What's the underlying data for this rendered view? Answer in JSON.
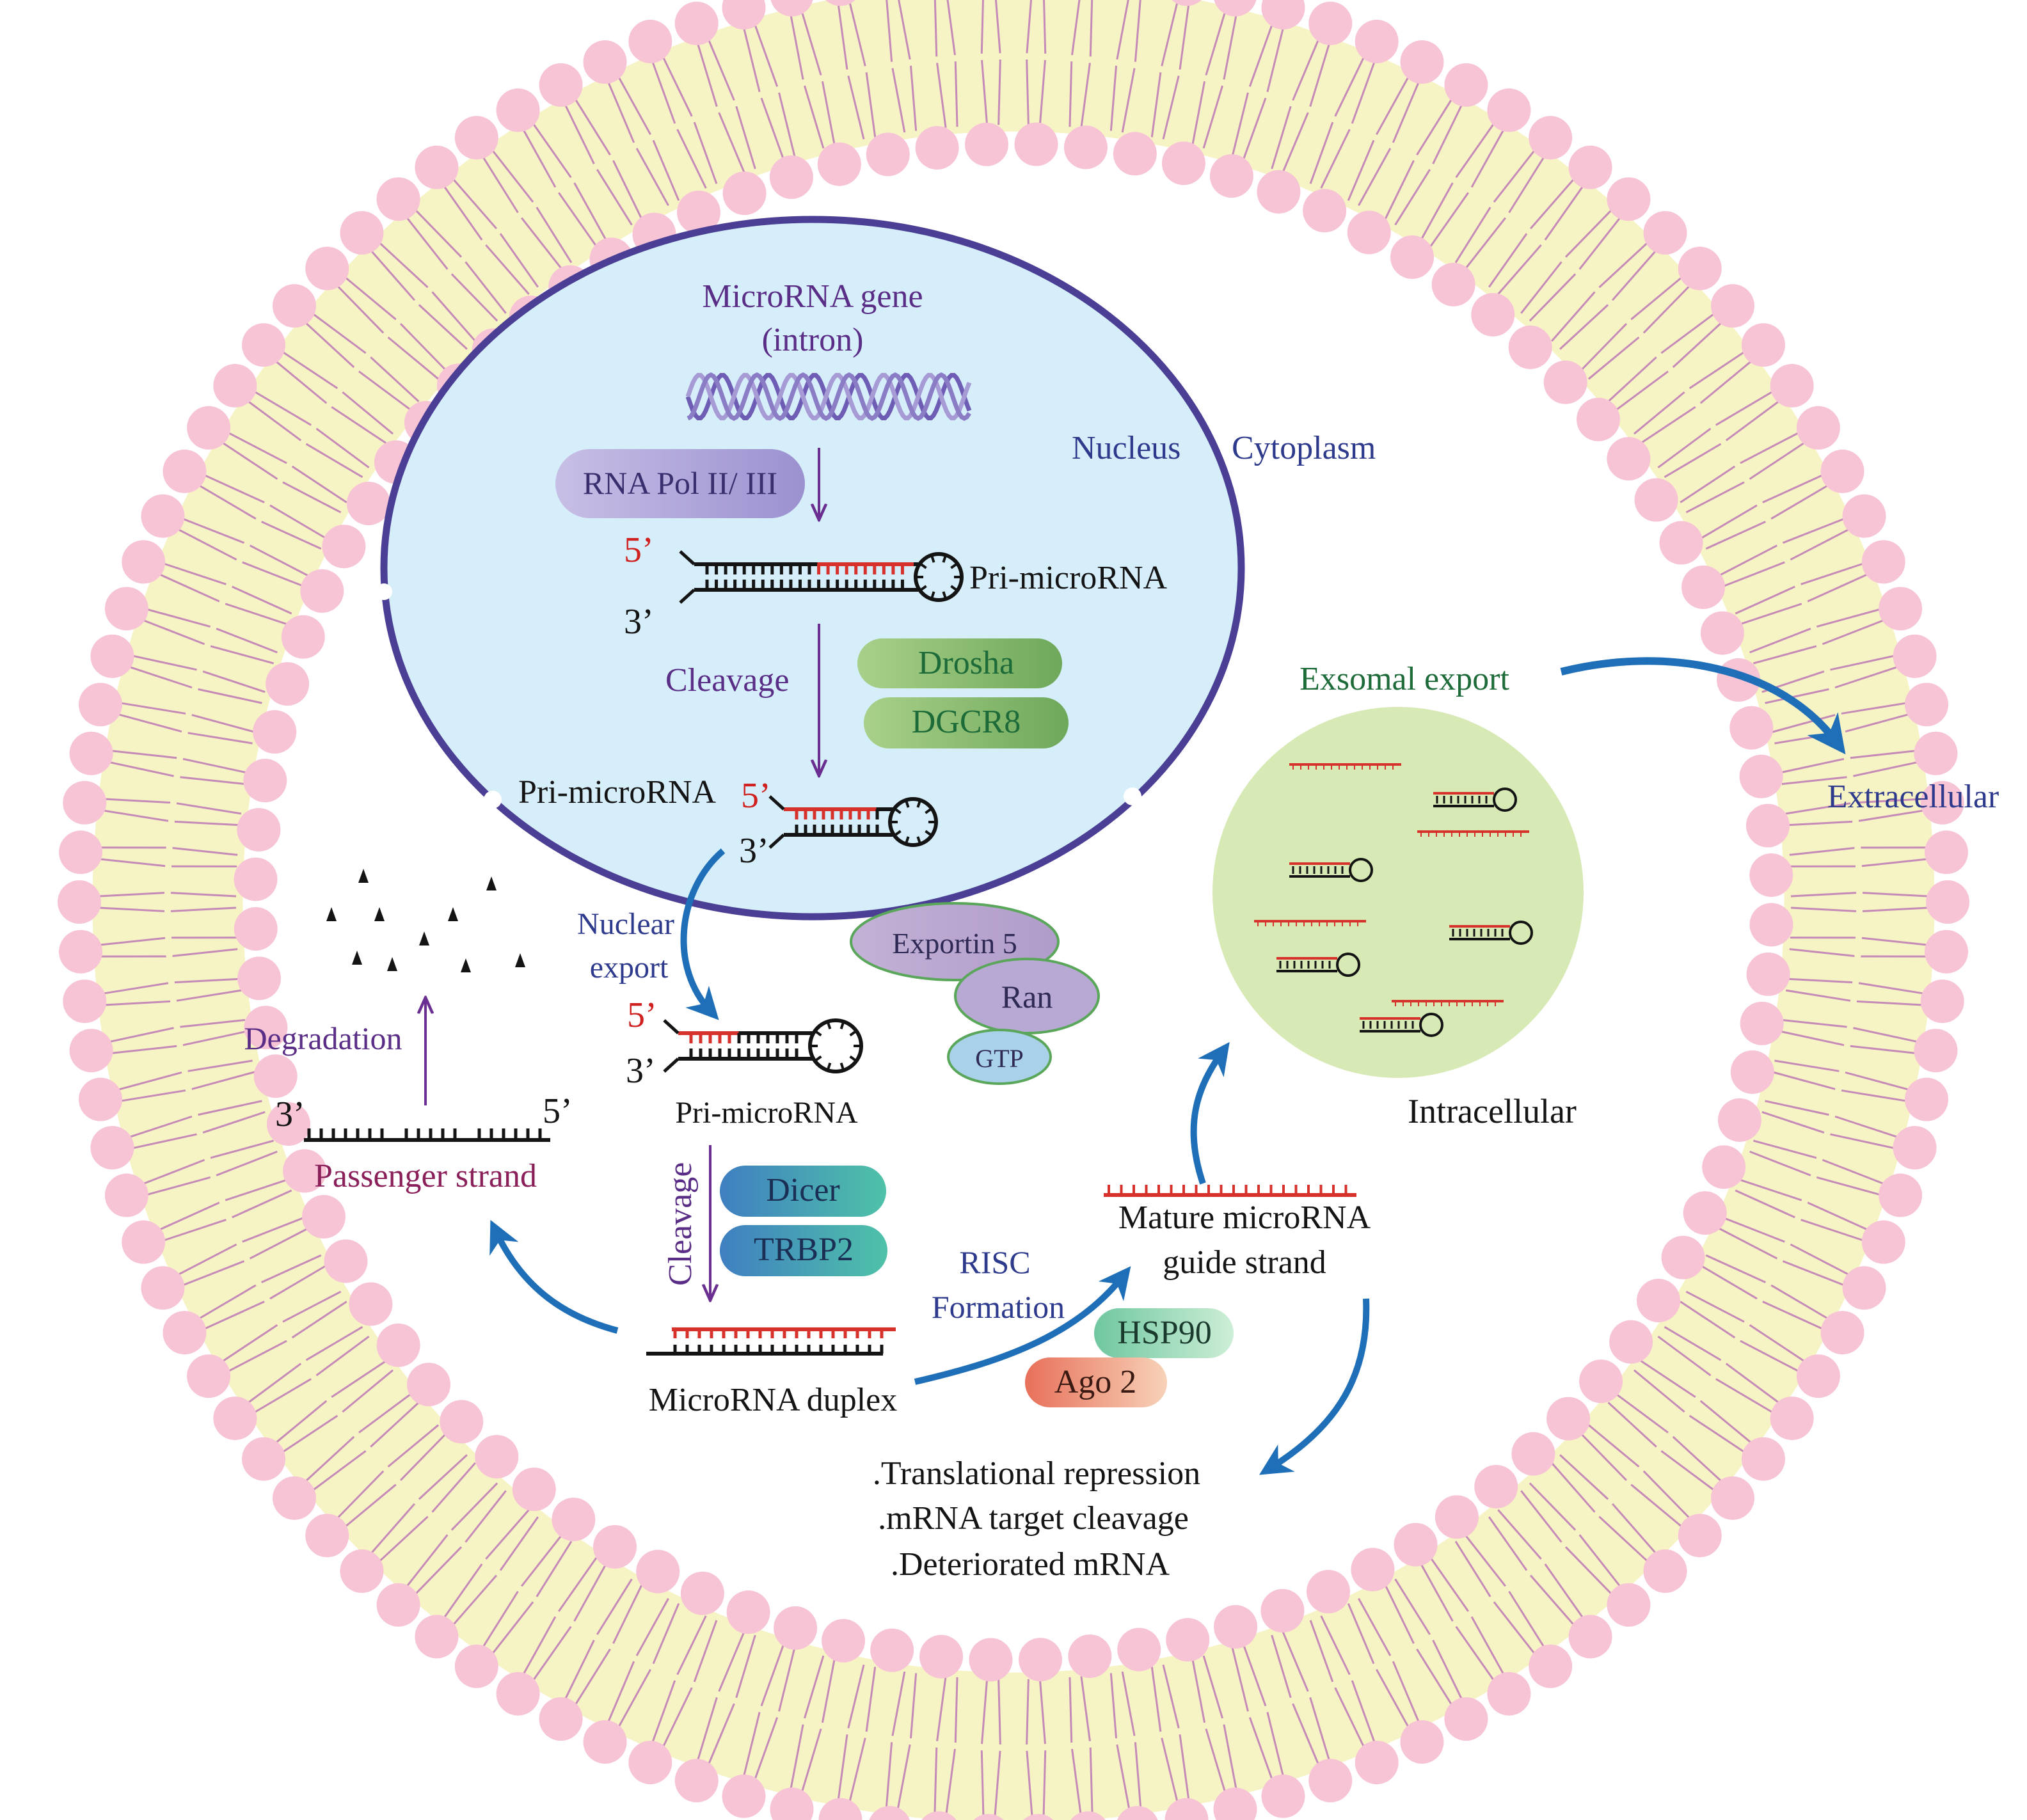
{
  "labels": {
    "gene_line1": "MicroRNA gene",
    "gene_line2": "(intron)",
    "rna_pol": "RNA Pol II/ III",
    "nucleus": "Nucleus",
    "cytoplasm": "Cytoplasm",
    "five_prime": "5’",
    "three_prime": "3’",
    "pri_microrna": "Pri-microRNA",
    "cleavage": "Cleavage",
    "drosha": "Drosha",
    "dgcr8": "DGCR8",
    "exsomal_export": "Exsomal export",
    "extracellular": "Extracellular",
    "nuclear_export_line1": "Nuclear",
    "nuclear_export_line2": "export",
    "exportin5": "Exportin 5",
    "ran": "Ran",
    "gtp": "GTP",
    "degradation": "Degradation",
    "passenger_strand": "Passenger strand",
    "dicer": "Dicer",
    "trbp2": "TRBP2",
    "intracellular": "Intracellular",
    "mature_line1": "Mature microRNA",
    "mature_line2": "guide strand",
    "risc_line1": "RISC",
    "risc_line2": "Formation",
    "hsp90": "HSP90",
    "ago2": "Ago 2",
    "microrna_duplex": "MicroRNA duplex",
    "outcome1": ".Translational repression",
    "outcome2": ".mRNA target cleavage",
    "outcome3": ".Deteriorated mRNA"
  },
  "colors": {
    "membrane_head": "#f7c4d6",
    "membrane_body": "#f6f3c4",
    "tail": "#c58ab8",
    "nucleus_fill": "#d6eefa",
    "nucleus_border": "#4a3f94",
    "exosome_fill": "#d7e9b5",
    "arrow_blue": "#1f6fb8",
    "arrow_purple": "#6a2f91",
    "rna_red": "#d6312b",
    "rna_black": "#141414"
  },
  "icons": [
    "dna-helix-icon",
    "hairpin-rna-icon",
    "duplex-rna-icon",
    "degraded-fragment-icon"
  ]
}
